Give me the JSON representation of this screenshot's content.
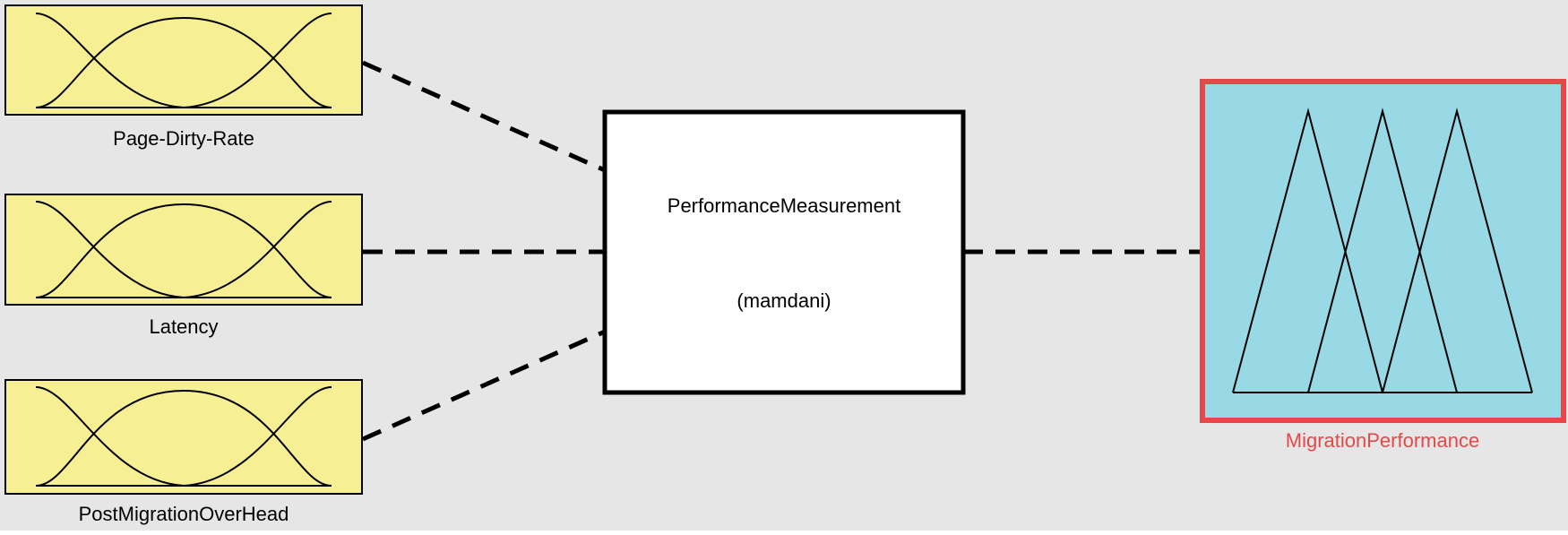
{
  "inputs": [
    {
      "label": "Page-Dirty-Rate"
    },
    {
      "label": "Latency"
    },
    {
      "label": "PostMigrationOverHead"
    }
  ],
  "system": {
    "name": "PerformanceMeasurement",
    "type": "(mamdani)"
  },
  "output": {
    "label": "MigrationPerformance"
  },
  "colors": {
    "background": "#e6e6e6",
    "input_fill": "#f7ef93",
    "output_fill": "#99d8e5",
    "output_border": "#e8474a",
    "system_fill": "#ffffff",
    "connector": "#000000"
  }
}
